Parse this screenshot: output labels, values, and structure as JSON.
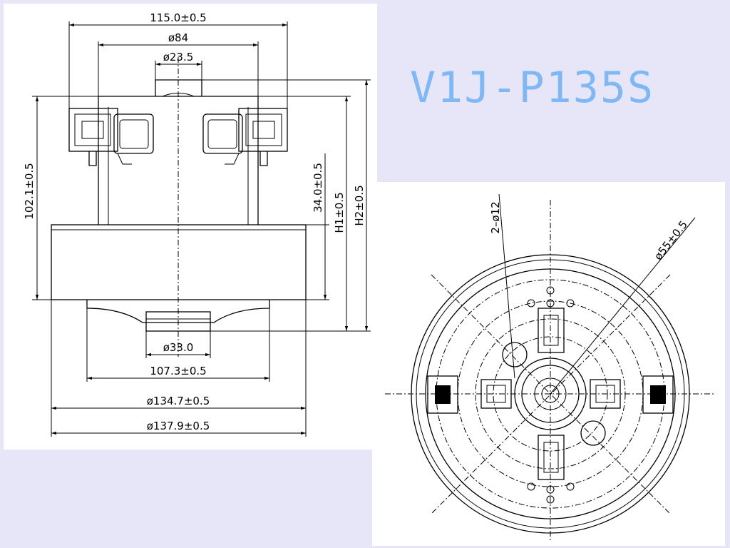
{
  "title": "V1J-P135S",
  "side_view": {
    "dims": {
      "top_width": "115.0±0.5",
      "d84": "ø84",
      "d23": "ø23.5",
      "d33": "ø33.0",
      "w107": "107.3±0.5",
      "d134": "ø134.7±0.5",
      "d137": "ø137.9±0.5",
      "h102": "102.1±0.5",
      "h34": "34.0±0.5",
      "h1": "H1±0.5",
      "h2": "H2±0.5"
    }
  },
  "top_view": {
    "dims": {
      "holes": "2–ø12",
      "d55": "ø55±0.5"
    }
  }
}
